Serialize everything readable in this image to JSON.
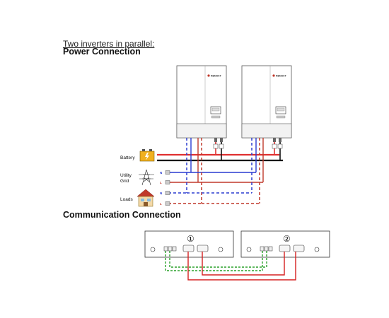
{
  "titles": {
    "intro": "Two inverters in parallel:",
    "power": "Power Connection",
    "communication": "Communication Connection"
  },
  "labels": {
    "battery": "Battery",
    "utility_line1": "Utility",
    "utility_line2": "Grid",
    "loads": "Loads"
  },
  "terminals": {
    "neutral": "N",
    "live": "L"
  },
  "inverter": {
    "brand": "RENAXT"
  },
  "units": {
    "first": "①",
    "second": "②"
  },
  "colors": {
    "battery_positive": "#e03030",
    "battery_negative": "#111111",
    "neutral": "#2a3bd1",
    "live": "#c0392b",
    "comm_green": "#2aa12a",
    "comm_red": "#d62020"
  }
}
